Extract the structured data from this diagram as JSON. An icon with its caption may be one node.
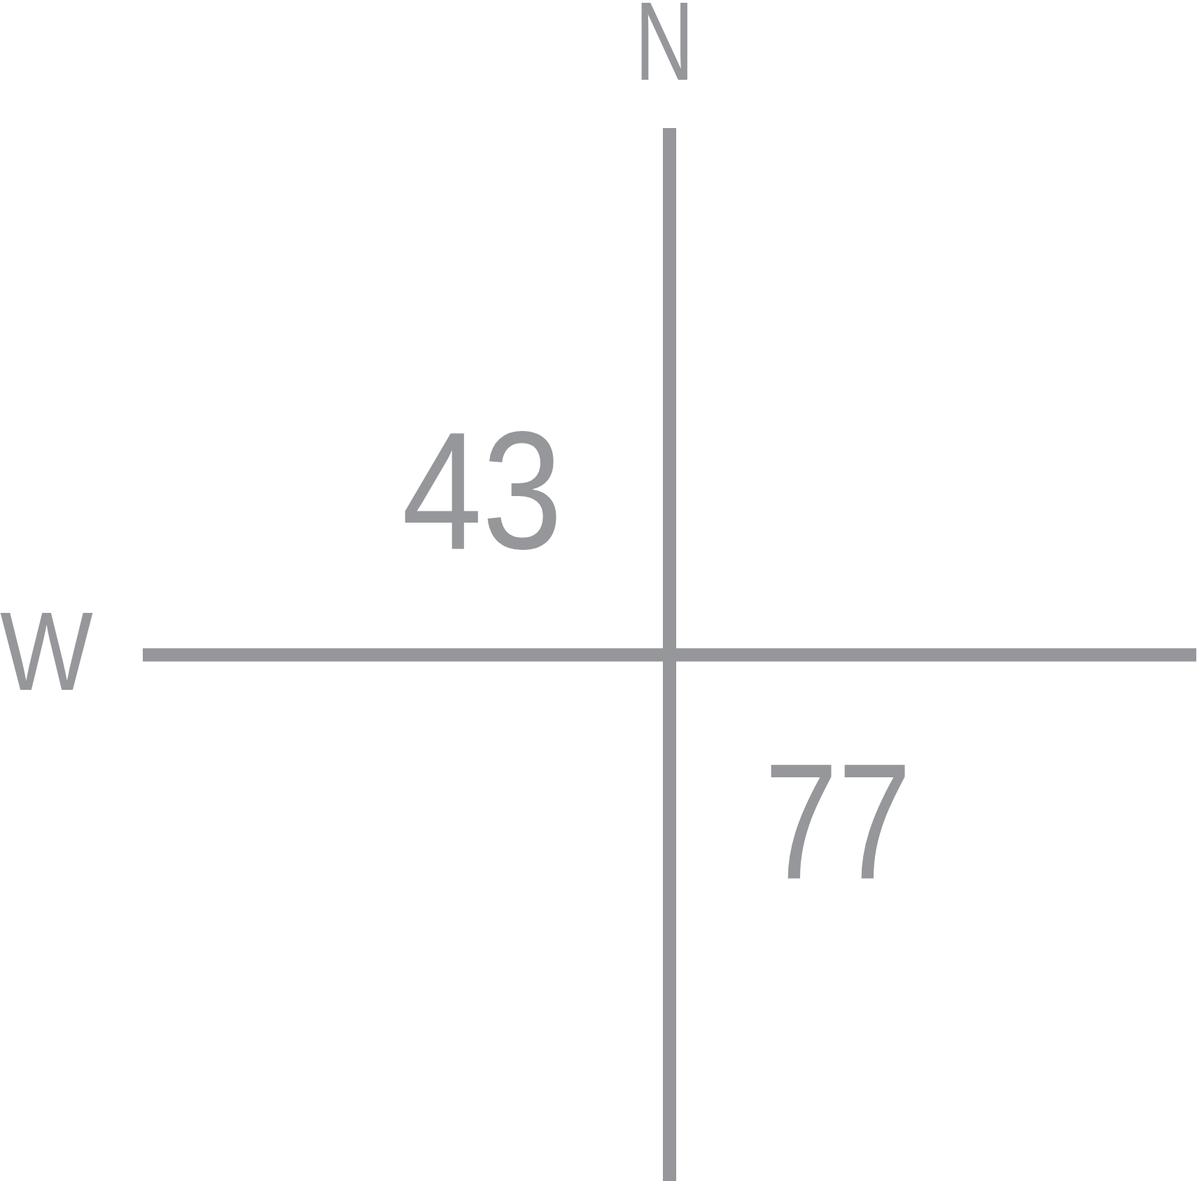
{
  "diagram": {
    "labels": [
      "N",
      "43",
      "W",
      "77"
    ]
  }
}
